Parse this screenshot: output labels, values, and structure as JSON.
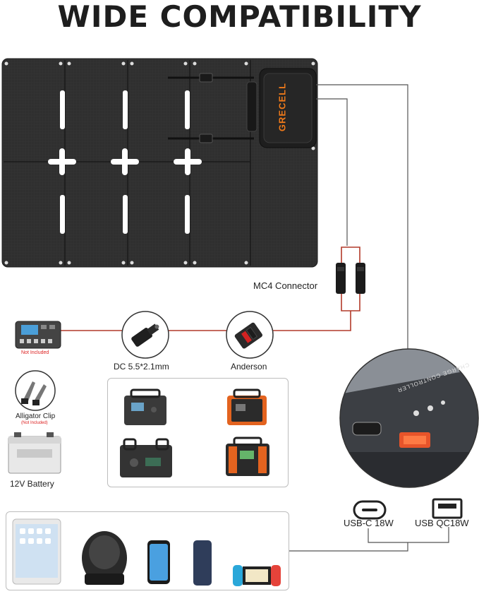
{
  "title": "WIDE COMPATIBILITY",
  "brand": "GRECELL",
  "labels": {
    "mc4": "MC4 Connector",
    "dc": "DC 5.5*2.1mm",
    "anderson": "Anderson",
    "not_included": "Not Included",
    "alligator": "Alligator Clip",
    "alligator_note": "(Not Included)",
    "battery": "12V Battery",
    "usbc": "USB-C 18W",
    "usbqc": "USB QC18W",
    "controller_text": "CHARGE CONTROLLER"
  },
  "colors": {
    "panel": "#2e2e2e",
    "cable_red": "#b23a2a",
    "accent_orange": "#f07a1a"
  }
}
